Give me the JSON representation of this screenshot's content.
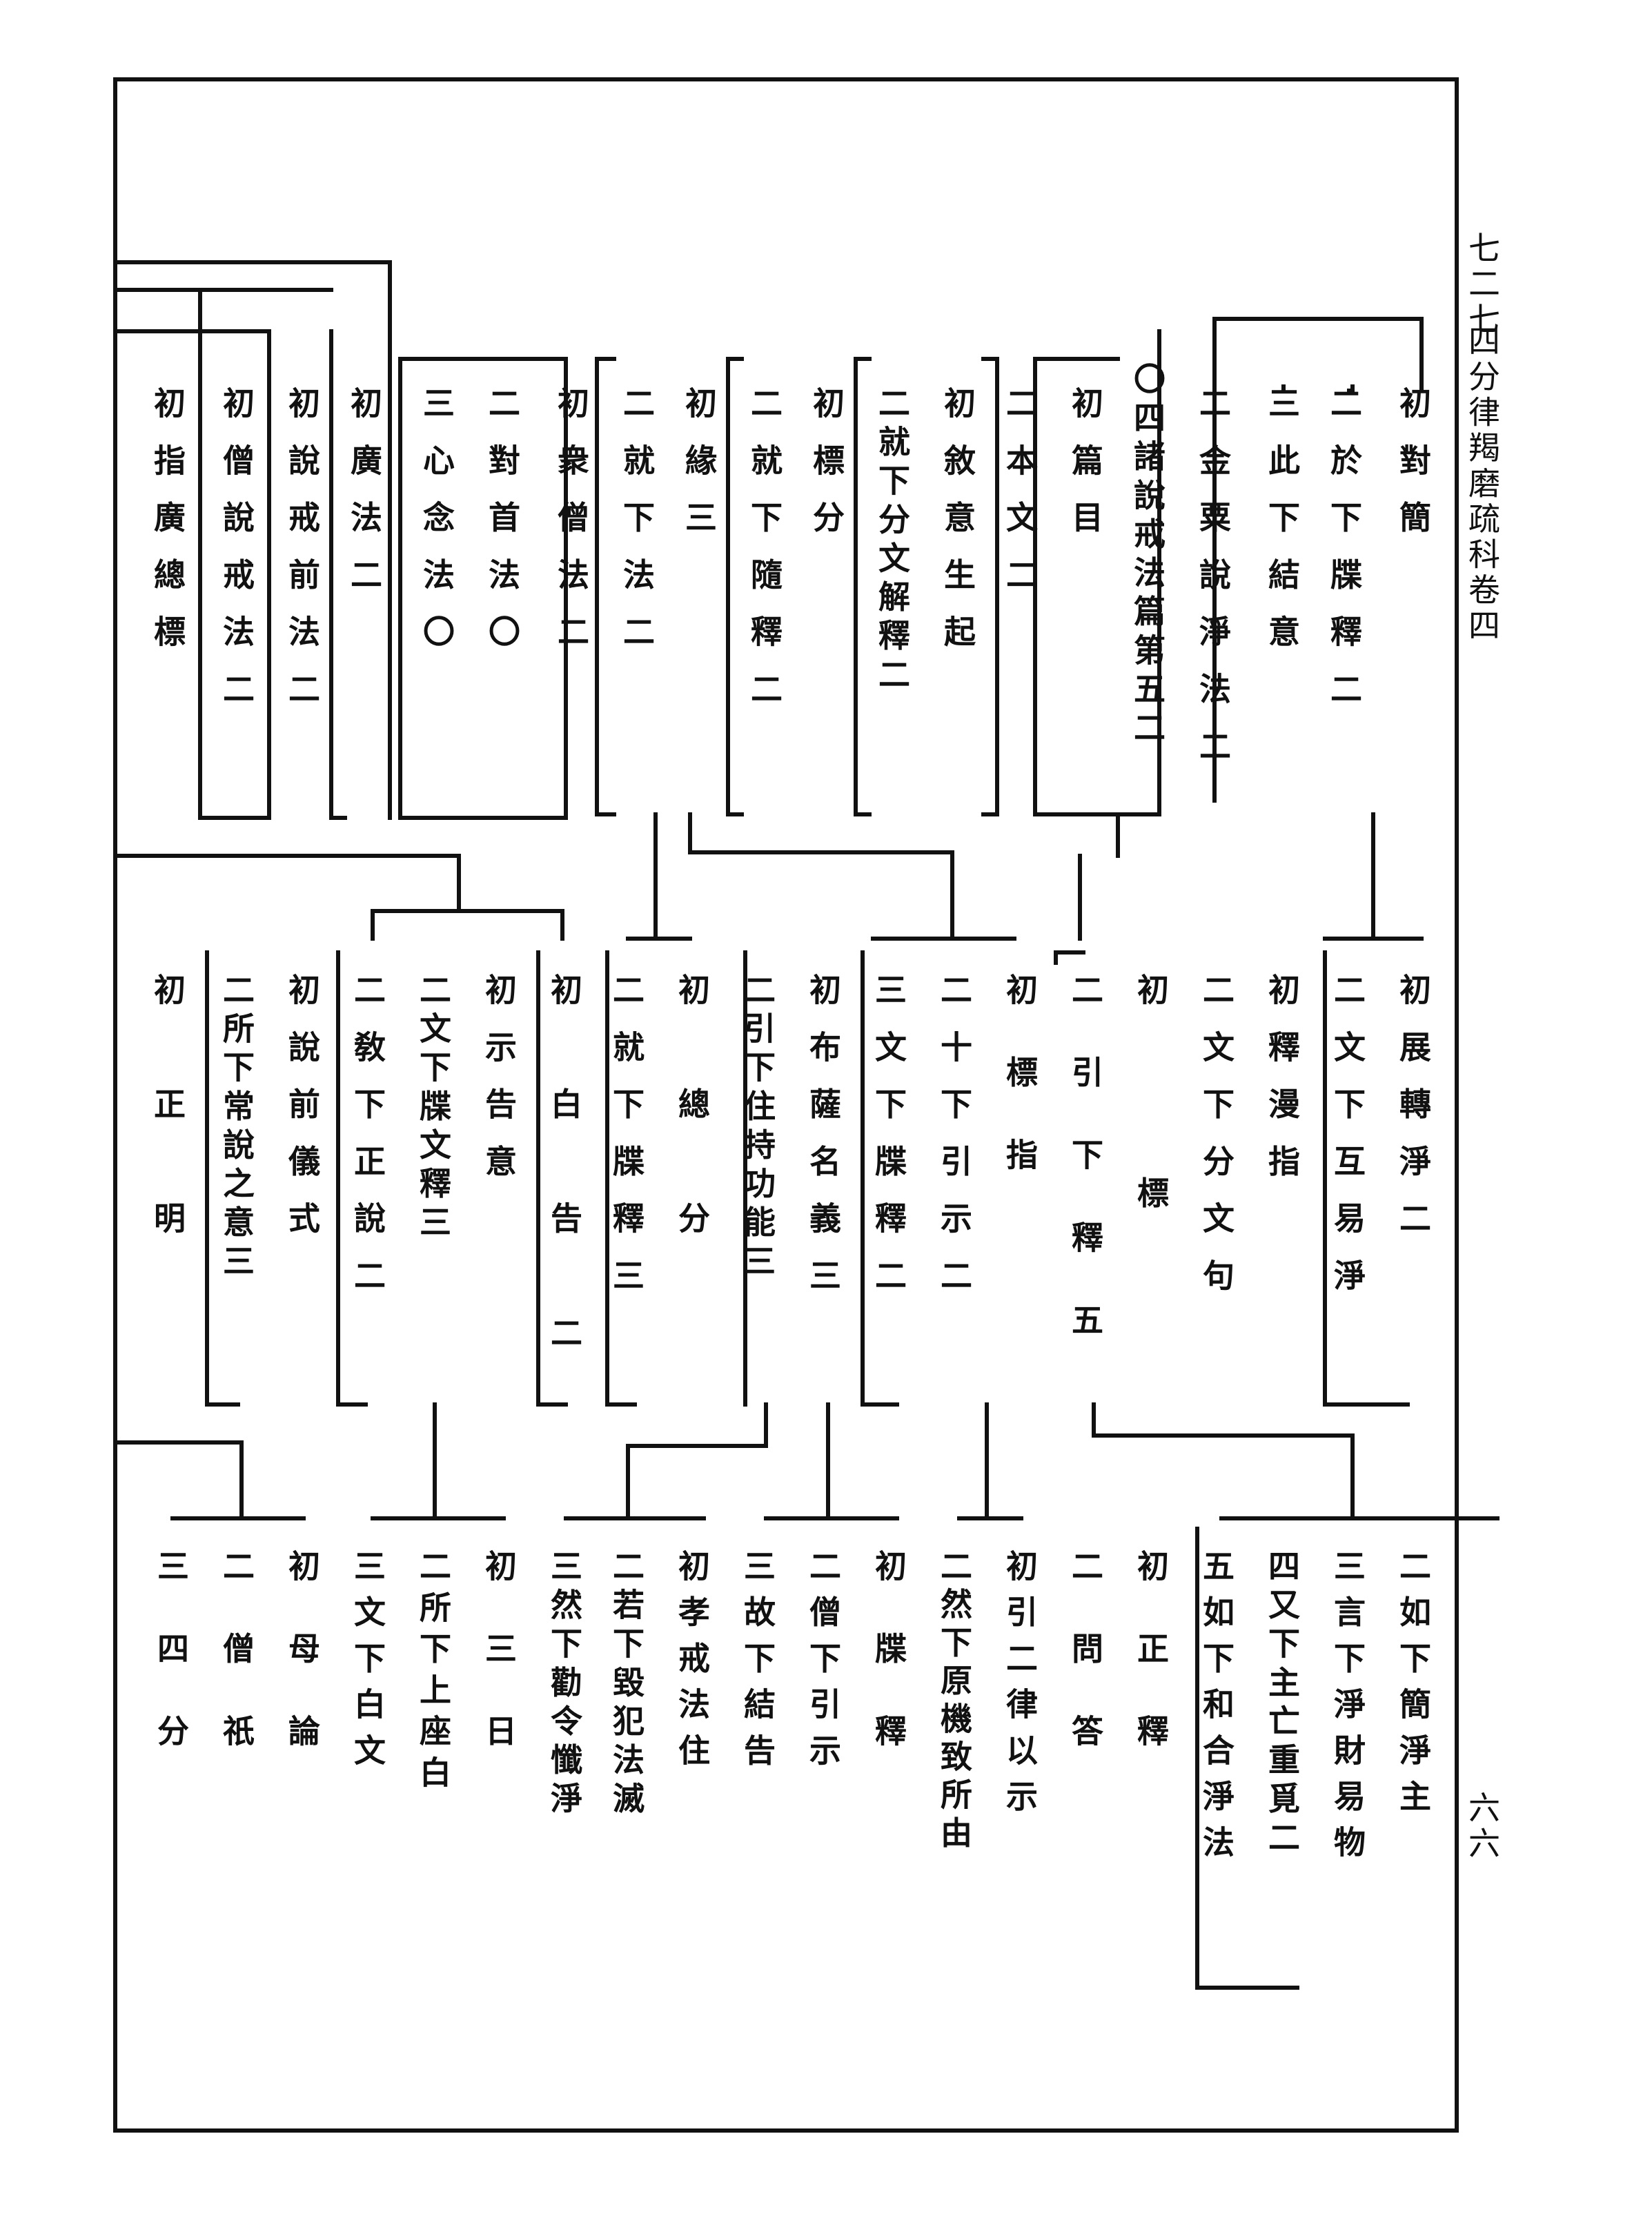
{
  "header": {
    "page_side": "七二七",
    "book_title": "四分律羯磨疏科卷四",
    "page_number": "六六"
  },
  "rows": [
    {
      "id": "row1",
      "label": "Top register",
      "items": [
        "初對簡",
        "二於下牒釋二",
        "三此下結意",
        "二金粟說淨法二",
        "〇四諸說戒法篇第五二",
        "初篇目",
        "二本文二",
        "初敘意生起",
        "二就下分文解釋二",
        "初標分",
        "二就下隨釋二",
        "初緣三",
        "二就下法二",
        "初衆僧法二",
        "二對首法〇",
        "三心念法〇",
        "初廣法二",
        "初說戒前法二",
        "初僧說戒法二",
        "初指廣總標"
      ]
    },
    {
      "id": "row2",
      "label": "Middle register",
      "items": [
        "初展轉淨二",
        "二文下互易淨",
        "初釋漫指",
        "二文下分文句",
        "初標",
        "二引下釋五",
        "初標指",
        "二十下引示二",
        "三文下牒釋二",
        "初布薩名義三",
        "二引下住持功能三",
        "初總分",
        "二就下牒釋三",
        "初白告二",
        "初示告意",
        "二文下牒文釋三",
        "二敎下正說二",
        "初說前儀式",
        "二所下常說之意三",
        "初正明"
      ]
    },
    {
      "id": "row3",
      "label": "Bottom register",
      "items": [
        "二如下簡淨主",
        "三言下淨財易物",
        "四又下主亡重覓二",
        "五如下和合淨法",
        "初正釋",
        "二問答",
        "初引二律以示",
        "二然下原機致所由",
        "初牒釋",
        "二僧下引示",
        "三故下結告",
        "初孝戒法住",
        "二若下毀犯法滅",
        "三然下勸令懺淨",
        "初三日",
        "二所下上座白",
        "三文下白文",
        "初母論",
        "二僧祇",
        "三四分"
      ]
    }
  ]
}
